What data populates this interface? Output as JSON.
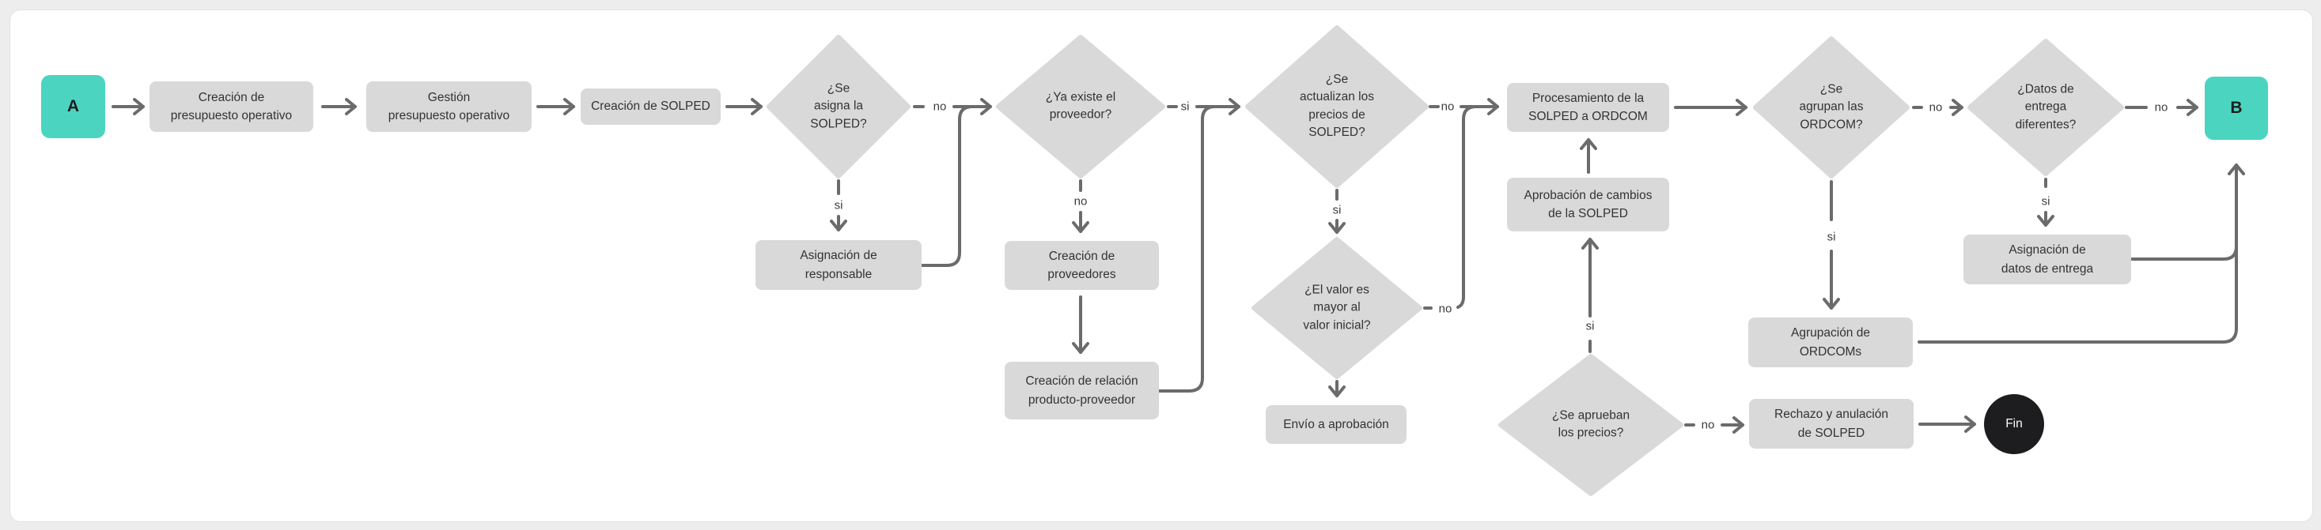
{
  "colors": {
    "page_background": "#ededed",
    "canvas": "#ffffff",
    "node_fill": "#d9d9d9",
    "node_text": "#333333",
    "edge": "#6b6b6b",
    "terminal_fill": "#4bd5c1",
    "terminal_text": "#1d1d1d",
    "end_fill": "#1d1d1f",
    "end_text": "#ffffff"
  },
  "nodes": {
    "start": {
      "label": "A"
    },
    "creacion_presupuesto": {
      "label": "Creación de\npresupuesto operativo"
    },
    "gestion_presupuesto": {
      "label": "Gestión\npresupuesto operativo"
    },
    "creacion_solped": {
      "label": "Creación de SOLPED"
    },
    "asigna_solped_q": {
      "label": "¿Se\nasigna la\nSOLPED?"
    },
    "asignacion_responsable": {
      "label": "Asignación de\nresponsable"
    },
    "existe_proveedor_q": {
      "label": "¿Ya existe el\nproveedor?"
    },
    "creacion_proveedores": {
      "label": "Creación de\nproveedores"
    },
    "relacion_producto_proveedor": {
      "label": "Creación de relación\nproducto-proveedor"
    },
    "actualizan_precios_q": {
      "label": "¿Se\nactualizan los\nprecios de\nSOLPED?"
    },
    "valor_mayor_q": {
      "label": "¿El valor es\nmayor al\nvalor inicial?"
    },
    "envio_aprobacion": {
      "label": "Envío a aprobación"
    },
    "aprueban_precios_q": {
      "label": "¿Se aprueban\nlos precios?"
    },
    "aprobacion_cambios": {
      "label": "Aprobación de cambios\nde la SOLPED"
    },
    "procesamiento_solped": {
      "label": "Procesamiento de la\nSOLPED a ORDCOM"
    },
    "agrupan_ordcom_q": {
      "label": "¿Se\nagrupan las\nORDCOM?"
    },
    "agrupacion_ordcoms": {
      "label": "Agrupación de\nORDCOMs"
    },
    "datos_entrega_q": {
      "label": "¿Datos de\nentrega\ndiferentes?"
    },
    "asignacion_datos_entrega": {
      "label": "Asignación de\ndatos de entrega"
    },
    "rechazo_anulacion": {
      "label": "Rechazo y anulación\nde SOLPED"
    },
    "end": {
      "label": "B"
    },
    "fin": {
      "label": "Fin"
    }
  },
  "edge_labels": {
    "asigna_no": "no",
    "asigna_si": "si",
    "existe_si": "si",
    "existe_no": "no",
    "actualizan_no": "no",
    "actualizan_si": "si",
    "valor_no": "no",
    "aprueban_si": "si",
    "aprueban_no": "no",
    "agrupan_no": "no",
    "agrupan_si": "si",
    "datos_no": "no",
    "datos_si": "si"
  },
  "edges": [
    {
      "from": "start",
      "to": "creacion_presupuesto",
      "label": ""
    },
    {
      "from": "creacion_presupuesto",
      "to": "gestion_presupuesto",
      "label": ""
    },
    {
      "from": "gestion_presupuesto",
      "to": "creacion_solped",
      "label": ""
    },
    {
      "from": "creacion_solped",
      "to": "asigna_solped_q",
      "label": ""
    },
    {
      "from": "asigna_solped_q",
      "to": "existe_proveedor_q",
      "label": "no"
    },
    {
      "from": "asigna_solped_q",
      "to": "asignacion_responsable",
      "label": "si"
    },
    {
      "from": "asignacion_responsable",
      "to": "existe_proveedor_q",
      "label": ""
    },
    {
      "from": "existe_proveedor_q",
      "to": "actualizan_precios_q",
      "label": "si"
    },
    {
      "from": "existe_proveedor_q",
      "to": "creacion_proveedores",
      "label": "no"
    },
    {
      "from": "creacion_proveedores",
      "to": "relacion_producto_proveedor",
      "label": ""
    },
    {
      "from": "relacion_producto_proveedor",
      "to": "actualizan_precios_q",
      "label": ""
    },
    {
      "from": "actualizan_precios_q",
      "to": "procesamiento_solped",
      "label": "no"
    },
    {
      "from": "actualizan_precios_q",
      "to": "valor_mayor_q",
      "label": "si"
    },
    {
      "from": "valor_mayor_q",
      "to": "procesamiento_solped",
      "label": "no"
    },
    {
      "from": "valor_mayor_q",
      "to": "envio_aprobacion",
      "label": ""
    },
    {
      "from": "aprueban_precios_q",
      "to": "aprobacion_cambios",
      "label": "si"
    },
    {
      "from": "aprueban_precios_q",
      "to": "rechazo_anulacion",
      "label": "no"
    },
    {
      "from": "aprobacion_cambios",
      "to": "procesamiento_solped",
      "label": ""
    },
    {
      "from": "procesamiento_solped",
      "to": "agrupan_ordcom_q",
      "label": ""
    },
    {
      "from": "agrupan_ordcom_q",
      "to": "datos_entrega_q",
      "label": "no"
    },
    {
      "from": "agrupan_ordcom_q",
      "to": "agrupacion_ordcoms",
      "label": "si"
    },
    {
      "from": "agrupacion_ordcoms",
      "to": "end",
      "label": ""
    },
    {
      "from": "datos_entrega_q",
      "to": "end",
      "label": "no"
    },
    {
      "from": "datos_entrega_q",
      "to": "asignacion_datos_entrega",
      "label": "si"
    },
    {
      "from": "asignacion_datos_entrega",
      "to": "end",
      "label": ""
    },
    {
      "from": "rechazo_anulacion",
      "to": "fin",
      "label": ""
    }
  ]
}
